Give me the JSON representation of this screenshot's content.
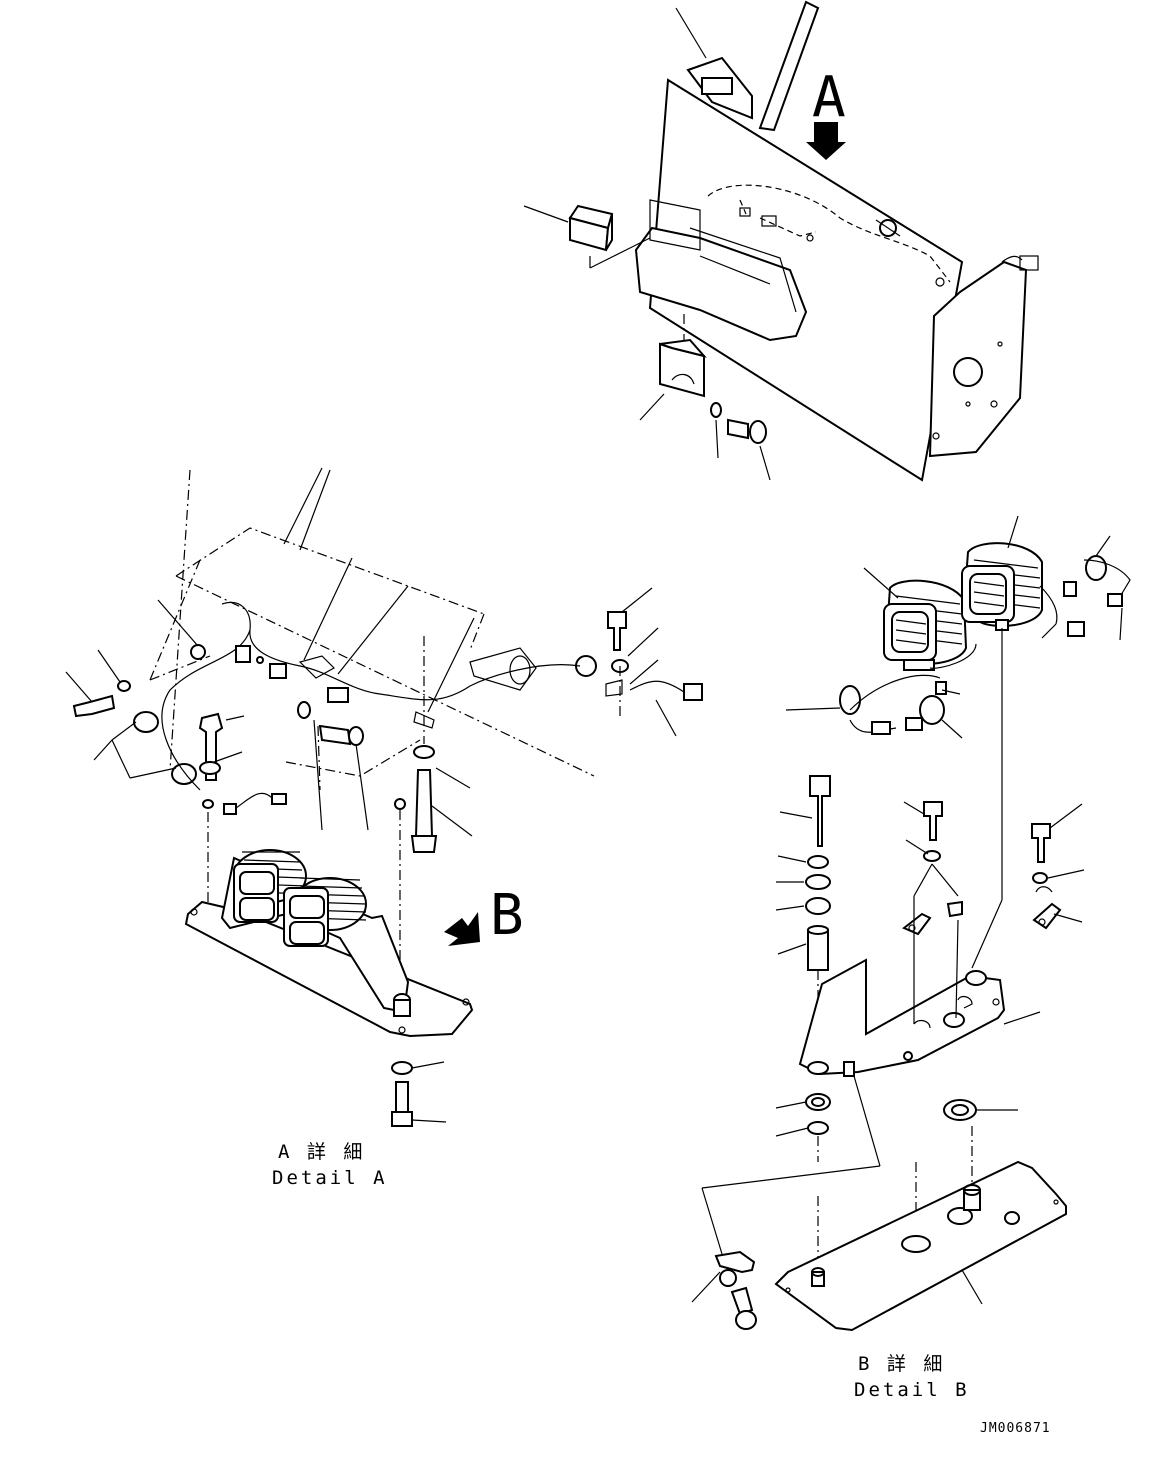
{
  "view_labels": {
    "arrow_a": "A",
    "arrow_b": "B"
  },
  "captions": {
    "detail_a_jp": "A 詳 細",
    "detail_a_en": "Detail A",
    "detail_b_jp": "B 詳 細",
    "detail_b_en": "Detail B"
  },
  "drawing_code": "JM006871"
}
